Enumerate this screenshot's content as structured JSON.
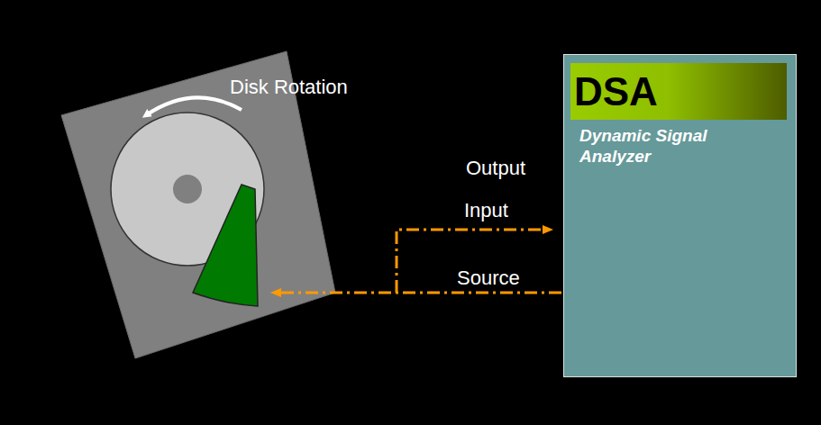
{
  "diagram": {
    "nodes": [
      {
        "text": [
          "DSA",
          "Dynamic Signal Analyzer"
        ]
      }
    ],
    "labels": [
      "Disk Rotation",
      "Output",
      "Input",
      "Source"
    ]
  }
}
